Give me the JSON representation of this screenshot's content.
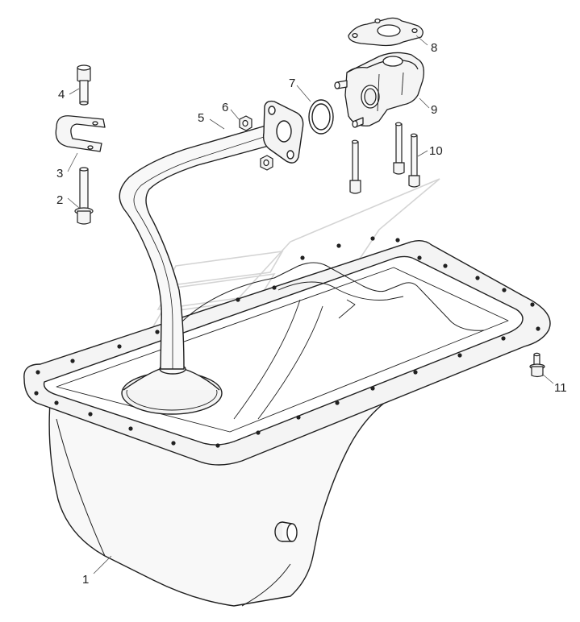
{
  "callouts": [
    "1",
    "2",
    "3",
    "4",
    "5",
    "6",
    "7",
    "8",
    "9",
    "10",
    "11"
  ],
  "colors": {
    "background": "#ffffff",
    "part_fill": "#f8f8f8",
    "stroke": "#202020",
    "watermark": "#d8d8d8",
    "label": "#222222"
  }
}
